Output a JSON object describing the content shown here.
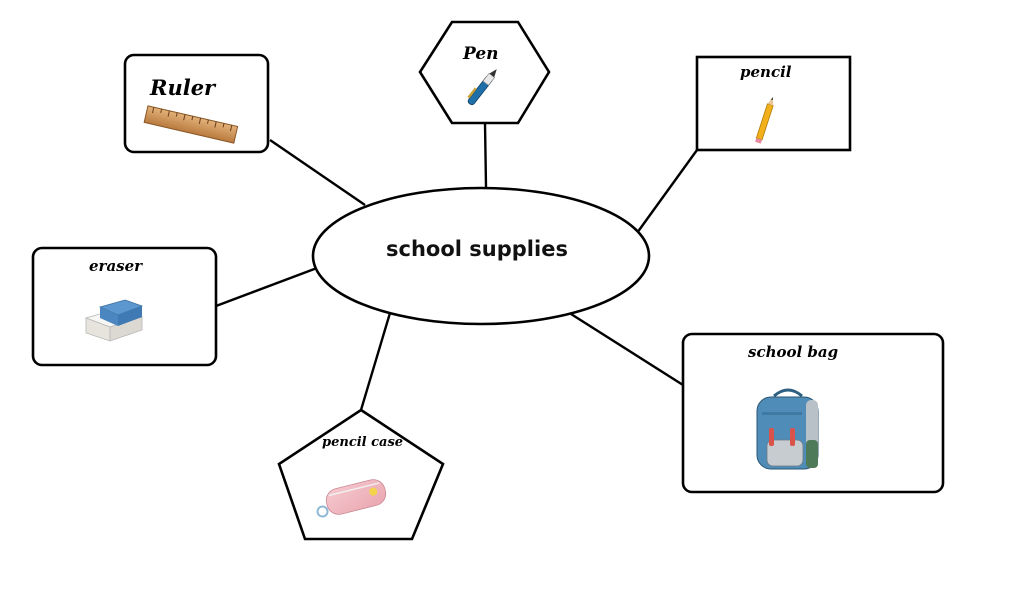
{
  "diagram": {
    "center": {
      "label": "school supplies"
    },
    "nodes": [
      {
        "id": "ruler",
        "label": "Ruler",
        "icon": "ruler-icon"
      },
      {
        "id": "pen",
        "label": "Pen",
        "icon": "pen-icon"
      },
      {
        "id": "pencil",
        "label": "pencil",
        "icon": "pencil-icon"
      },
      {
        "id": "eraser",
        "label": "eraser",
        "icon": "eraser-icon"
      },
      {
        "id": "pencil-case",
        "label": "pencil case",
        "icon": "pencil-case-icon"
      },
      {
        "id": "school-bag",
        "label": "school bag",
        "icon": "backpack-icon"
      }
    ]
  }
}
